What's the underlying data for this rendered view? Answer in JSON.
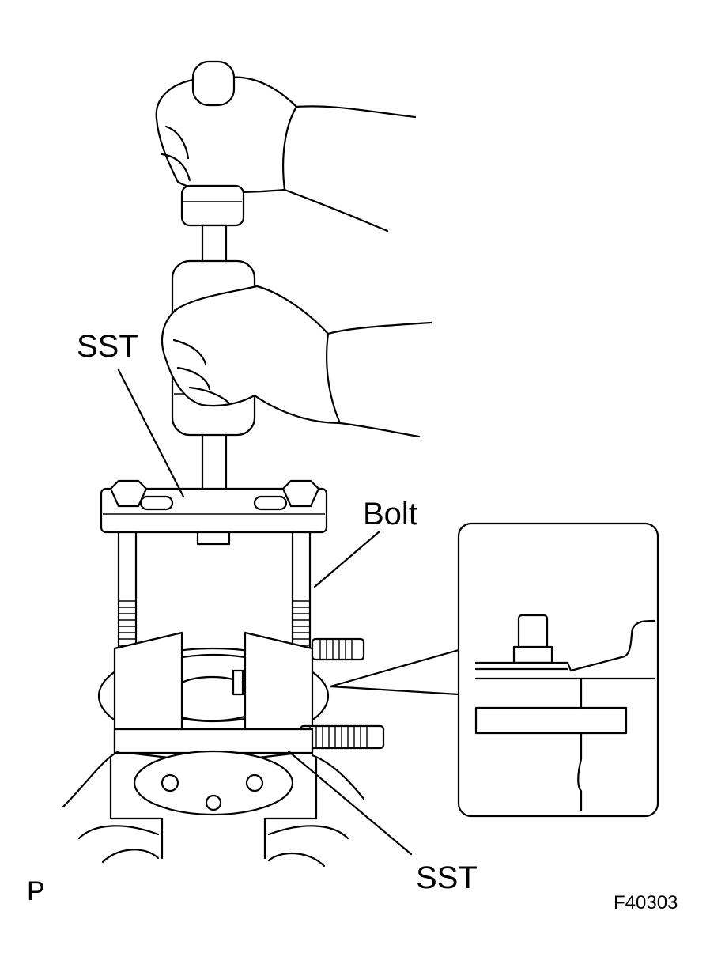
{
  "labels": {
    "sst_top": "SST",
    "bolt": "Bolt",
    "sst_bottom": "SST",
    "corner_letter": "P",
    "figure_code": "F40303"
  }
}
